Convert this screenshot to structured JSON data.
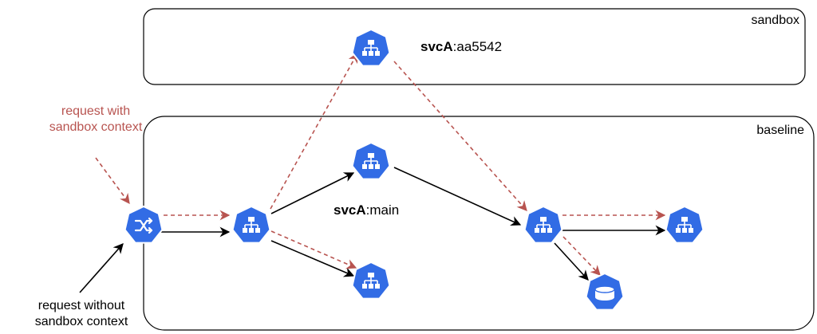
{
  "boxes": {
    "sandbox": {
      "title": "sandbox"
    },
    "baseline": {
      "title": "baseline"
    }
  },
  "labels": {
    "svc_sandbox": {
      "name": "svcA",
      "tag": ":aa5542"
    },
    "svc_main": {
      "name": "svcA",
      "tag": ":main"
    },
    "request_with_line1": "request with",
    "request_with_line2": "sandbox context",
    "request_without_line1": "request without",
    "request_without_line2": "sandbox context"
  },
  "nodes": [
    {
      "id": "router",
      "icon": "shuffle-icon"
    },
    {
      "id": "svc-entry",
      "icon": "network-icon"
    },
    {
      "id": "svc-sandbox-aa5542",
      "icon": "network-icon"
    },
    {
      "id": "svc-main-upper",
      "icon": "network-icon"
    },
    {
      "id": "svc-lower-left",
      "icon": "network-icon"
    },
    {
      "id": "svc-downstream",
      "icon": "network-icon"
    },
    {
      "id": "svc-right",
      "icon": "network-icon"
    },
    {
      "id": "database",
      "icon": "database-icon"
    }
  ],
  "edges": [
    {
      "from": "router",
      "to": "svc-entry",
      "style": "solid"
    },
    {
      "from": "router",
      "to": "svc-entry",
      "style": "dashed"
    },
    {
      "from": "svc-entry",
      "to": "svc-main-upper",
      "style": "solid"
    },
    {
      "from": "svc-entry",
      "to": "svc-lower-left",
      "style": "solid"
    },
    {
      "from": "svc-entry",
      "to": "svc-lower-left",
      "style": "dashed"
    },
    {
      "from": "svc-entry",
      "to": "svc-sandbox-aa5542",
      "style": "dashed"
    },
    {
      "from": "svc-main-upper",
      "to": "svc-downstream",
      "style": "solid"
    },
    {
      "from": "svc-sandbox-aa5542",
      "to": "svc-downstream",
      "style": "dashed"
    },
    {
      "from": "svc-downstream",
      "to": "svc-right",
      "style": "solid"
    },
    {
      "from": "svc-downstream",
      "to": "svc-right",
      "style": "dashed"
    },
    {
      "from": "svc-downstream",
      "to": "database",
      "style": "solid"
    },
    {
      "from": "svc-downstream",
      "to": "database",
      "style": "dashed"
    }
  ],
  "colors": {
    "node_fill": "#326ce5",
    "node_stroke": "#ffffff",
    "solid_edge": "#000000",
    "dashed_edge": "#b85450",
    "box_stroke": "#000000"
  }
}
